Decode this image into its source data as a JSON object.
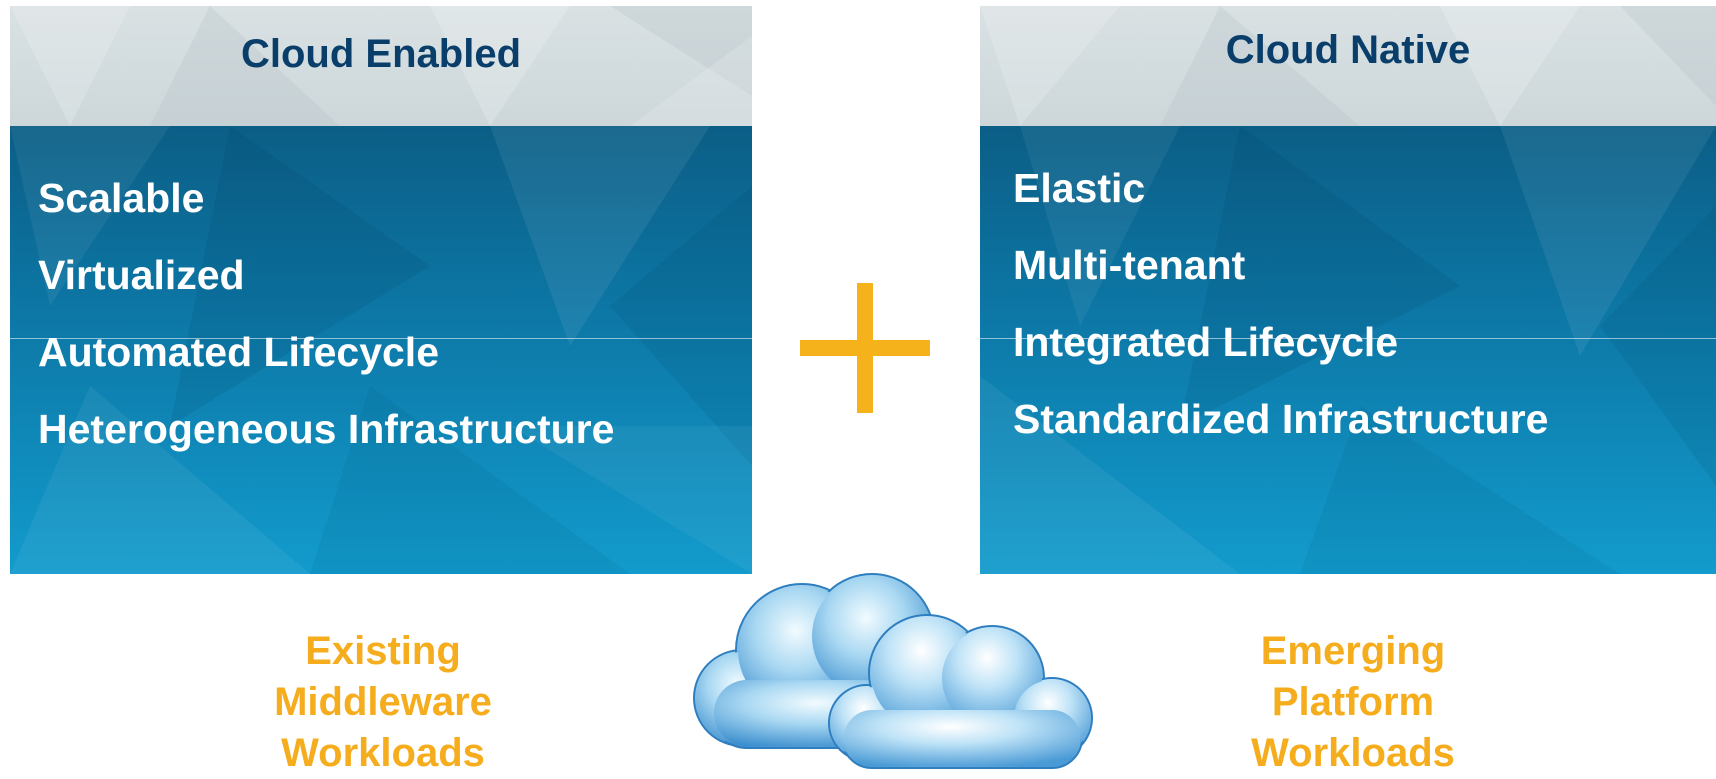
{
  "left_panel": {
    "title": "Cloud Enabled",
    "features": [
      "Scalable",
      "Virtualized",
      "Automated Lifecycle",
      "Heterogeneous Infrastructure"
    ],
    "caption": [
      "Existing",
      "Middleware",
      "Workloads"
    ]
  },
  "right_panel": {
    "title": "Cloud Native",
    "features": [
      "Elastic",
      "Multi-tenant",
      "Integrated Lifecycle",
      "Standardized Infrastructure"
    ],
    "caption": [
      "Emerging",
      "Platform",
      "Workloads"
    ]
  },
  "connector": {
    "icon": "plus-icon"
  },
  "illustration": {
    "icon": "cloud-icon"
  },
  "colors": {
    "header_bg": "#d3dcdf",
    "title_text": "#0a3e6a",
    "body_top": "#0b5e86",
    "body_bottom": "#129bcc",
    "accent": "#f6b21b"
  }
}
